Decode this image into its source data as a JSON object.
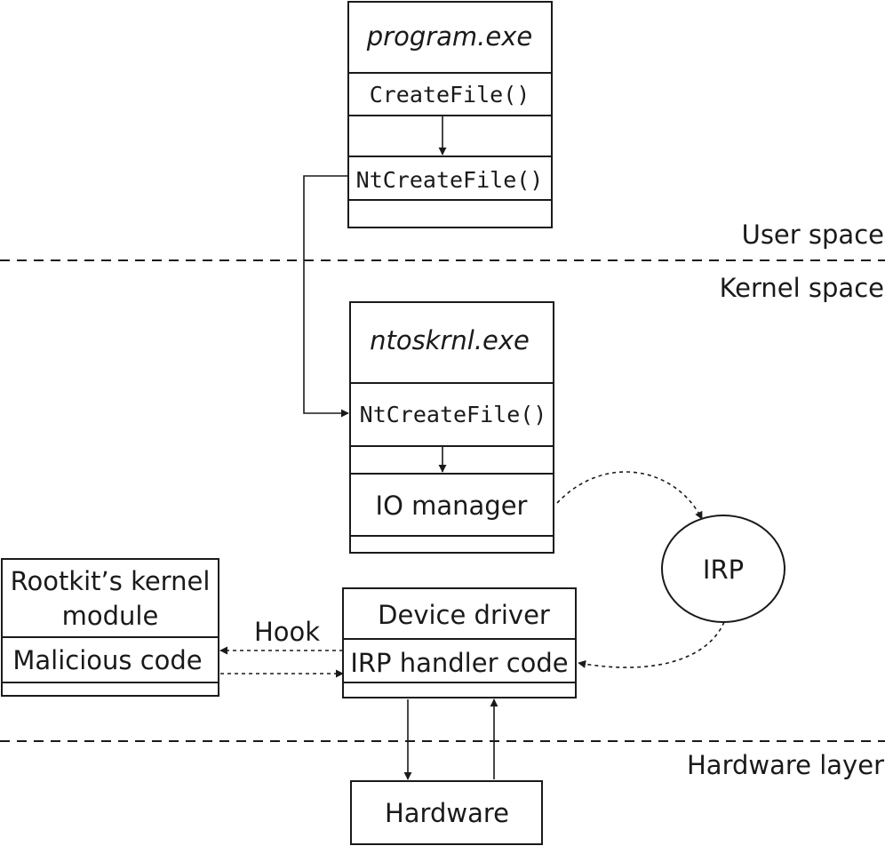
{
  "layers": {
    "user_space": "User space",
    "kernel_space": "Kernel space",
    "hardware_layer": "Hardware layer"
  },
  "program_box": {
    "title": "program.exe",
    "call1": "CreateFile()",
    "call2": "NtCreateFile()"
  },
  "ntoskrnl_box": {
    "title": "ntoskrnl.exe",
    "call": "NtCreateFile()",
    "io_manager": "IO manager"
  },
  "irp": {
    "label": "IRP"
  },
  "rootkit_box": {
    "title_line1": "Rootkit’s kernel",
    "title_line2": "module",
    "code": "Malicious code"
  },
  "hook": {
    "label": "Hook"
  },
  "driver_box": {
    "title": "Device driver",
    "code": "IRP handler code"
  },
  "hardware_box": {
    "label": "Hardware"
  }
}
